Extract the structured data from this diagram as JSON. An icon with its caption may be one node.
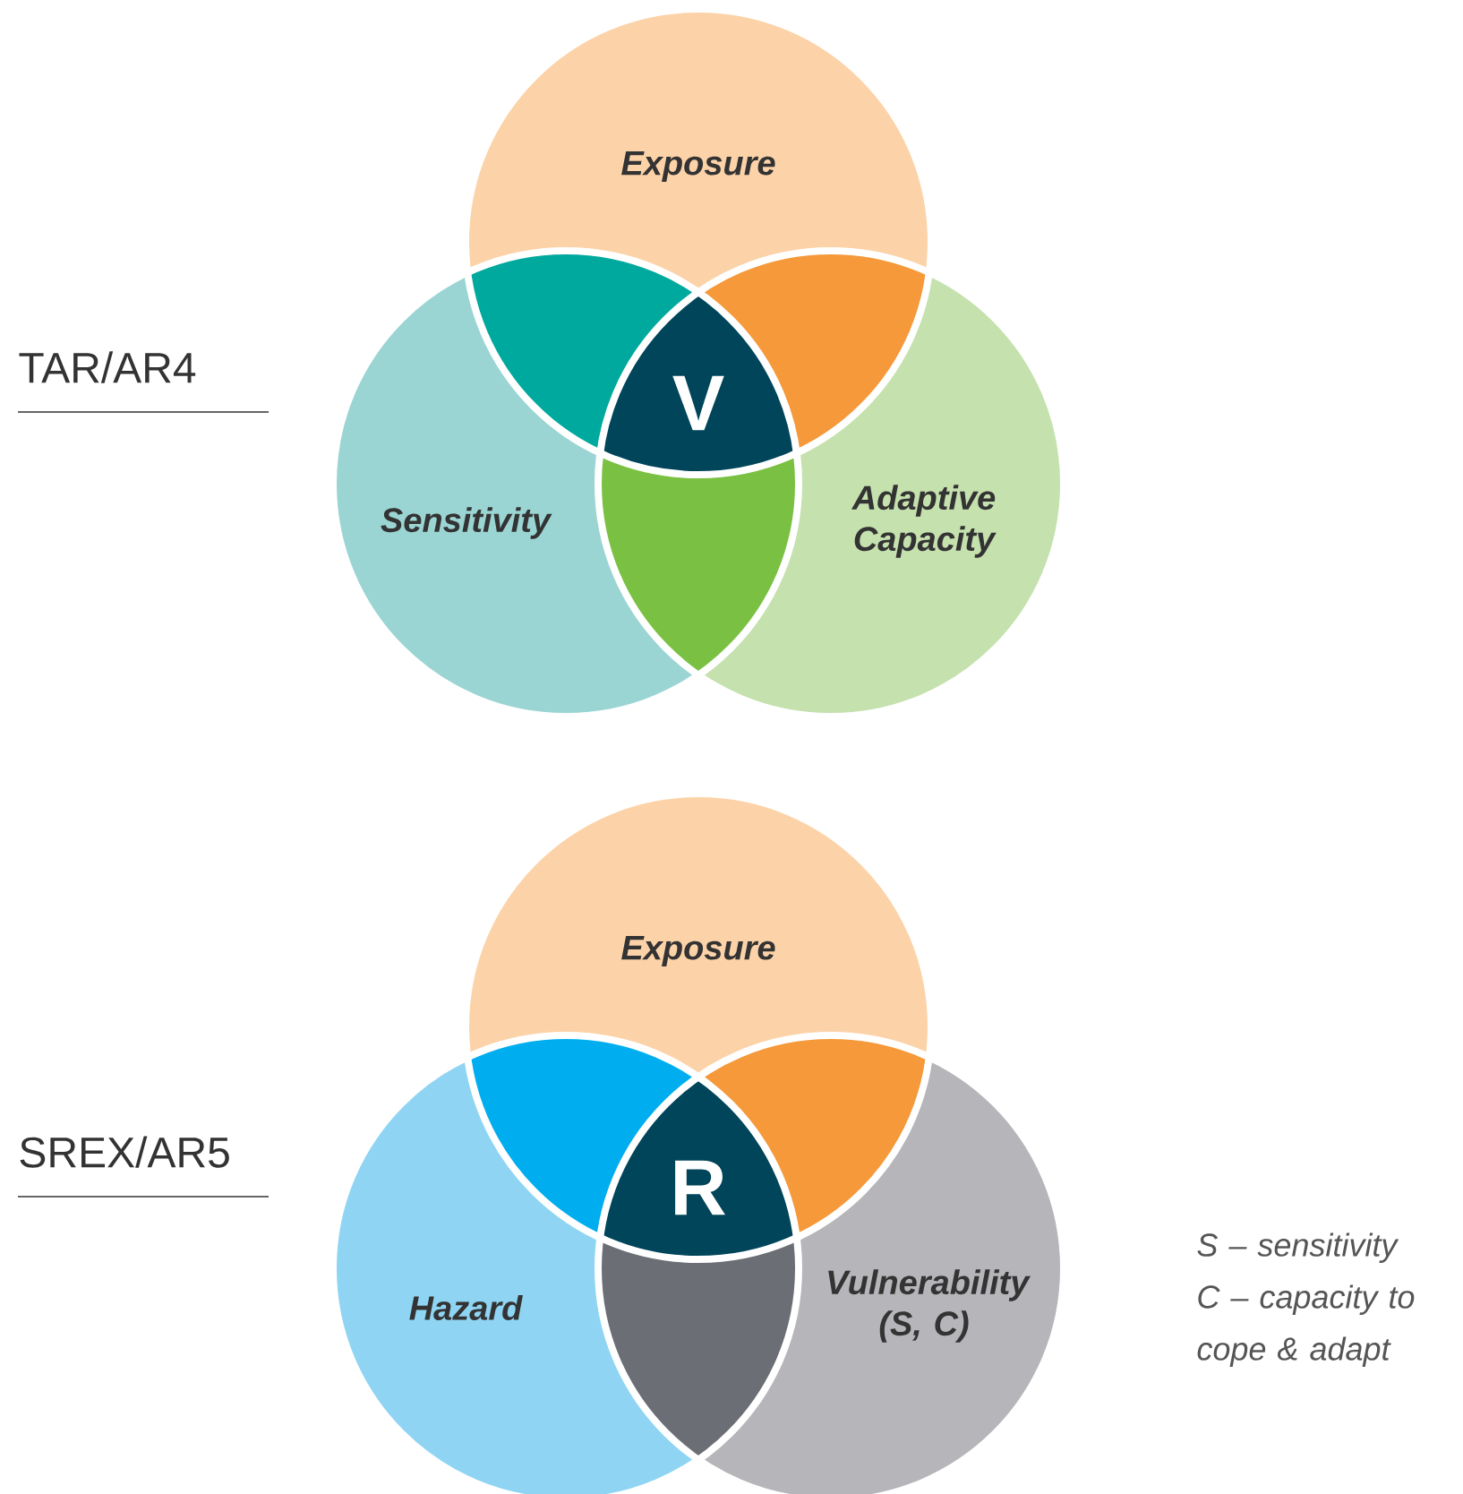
{
  "diagram": {
    "nodes": [
      {
        "text": [
          "Exposure"
        ]
      },
      {
        "text": [
          "Sensitivity"
        ]
      },
      {
        "text": [
          "Adaptive Capacity"
        ]
      },
      {
        "text": [
          "V"
        ]
      },
      {
        "text": [
          "Exposure"
        ]
      },
      {
        "text": [
          "Hazard"
        ]
      },
      {
        "text": [
          "Vulnerability (S, C)"
        ]
      },
      {
        "text": [
          "R"
        ]
      },
      {
        "text": [],
        "shape": "lens"
      },
      {
        "text": [],
        "shape": "lens"
      },
      {
        "text": [],
        "shape": "lens"
      },
      {
        "text": [],
        "shape": "lens"
      },
      {
        "text": [],
        "shape": "lens"
      },
      {
        "text": [],
        "shape": "lens"
      }
    ],
    "labels": [
      "TAR/AR4",
      "SREX/AR5",
      "S – sensitivity",
      "C – capacity to cope & adapt"
    ]
  }
}
